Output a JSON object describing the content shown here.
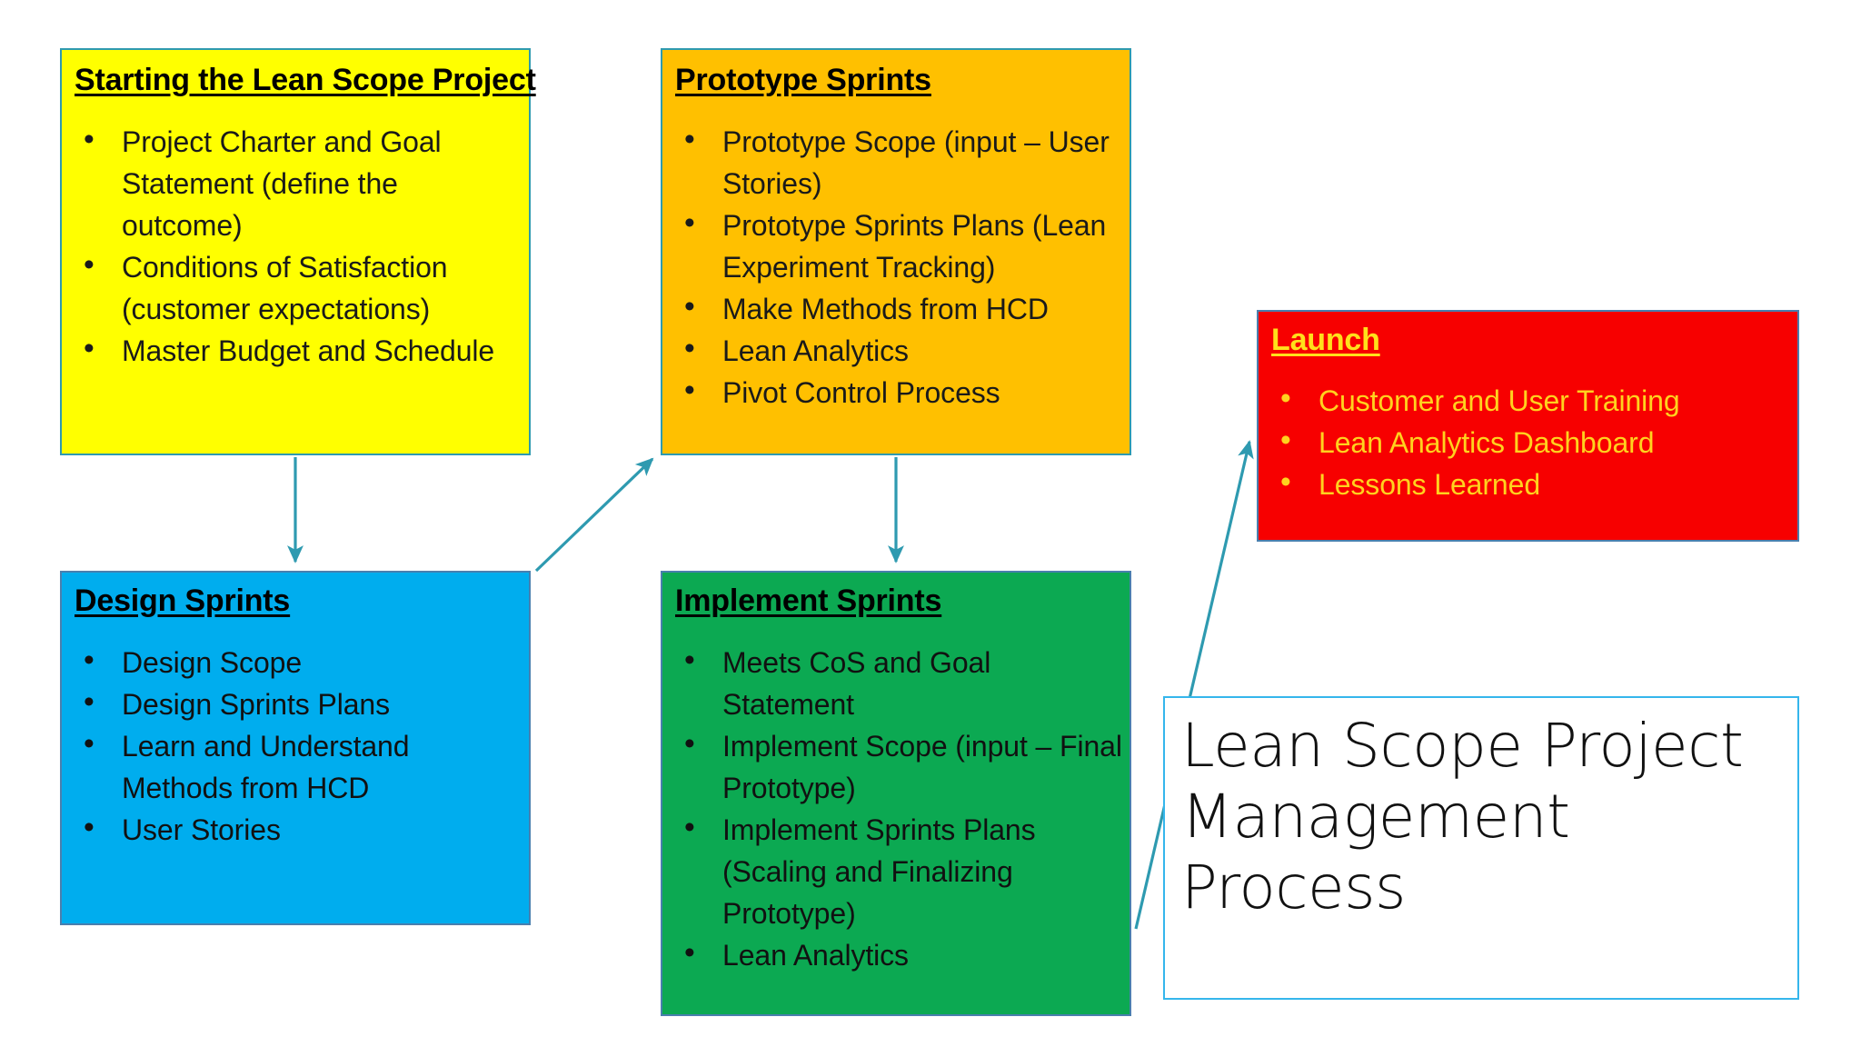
{
  "slide": {
    "title": "Lean Scope Project Management Process",
    "background_color": "#FFFFFF"
  },
  "title_box": {
    "text": "Lean Scope Project Management Process",
    "border_color": "#35B6EC",
    "text_color": "#111111"
  },
  "boxes": [
    {
      "id": "start",
      "title": "Starting the Lean Scope Project",
      "fill_color": "#FFFF00",
      "border_color": "#2E9AB0",
      "title_color": "#000000",
      "text_color": "#1A1A1A",
      "bullets": [
        "Project Charter and Goal Statement (define the outcome)",
        "Conditions of Satisfaction (customer expectations)",
        "Master Budget and Schedule"
      ]
    },
    {
      "id": "prototype",
      "title": "Prototype Sprints",
      "fill_color": "#FFC000",
      "border_color": "#2E9AB0",
      "title_color": "#000000",
      "text_color": "#1A1A1A",
      "bullets": [
        "Prototype Scope (input – User Stories)",
        "Prototype Sprints Plans (Lean Experiment Tracking)",
        "Make Methods from HCD",
        "Lean Analytics",
        "Pivot Control Process"
      ]
    },
    {
      "id": "launch",
      "title": "Launch",
      "fill_color": "#F70000",
      "border_color": "#4A7FAE",
      "title_color": "#FFE01B",
      "text_color": "#FFD21E",
      "bullets": [
        "Customer and User Training",
        "Lean Analytics Dashboard",
        "Lessons Learned"
      ]
    },
    {
      "id": "design",
      "title": "Design Sprints",
      "fill_color": "#00ADEE",
      "border_color": "#4A7FAE",
      "title_color": "#000000",
      "text_color": "#111111",
      "bullets": [
        "Design Scope",
        "Design Sprints Plans",
        "Learn and Understand Methods from HCD",
        "User Stories"
      ]
    },
    {
      "id": "implement",
      "title": "Implement Sprints",
      "fill_color": "#0CA952",
      "border_color": "#4A7FAE",
      "title_color": "#000000",
      "text_color": "#111111",
      "bullets": [
        "Meets CoS and Goal Statement",
        "Implement Scope (input – Final Prototype)",
        "Implement Sprints Plans (Scaling and Finalizing Prototype)",
        "Lean Analytics"
      ]
    }
  ],
  "connectors": {
    "color": "#2E9AB0",
    "flow": [
      {
        "from": "start",
        "to": "design"
      },
      {
        "from": "design",
        "to": "prototype"
      },
      {
        "from": "prototype",
        "to": "implement"
      },
      {
        "from": "implement",
        "to": "launch"
      }
    ]
  }
}
